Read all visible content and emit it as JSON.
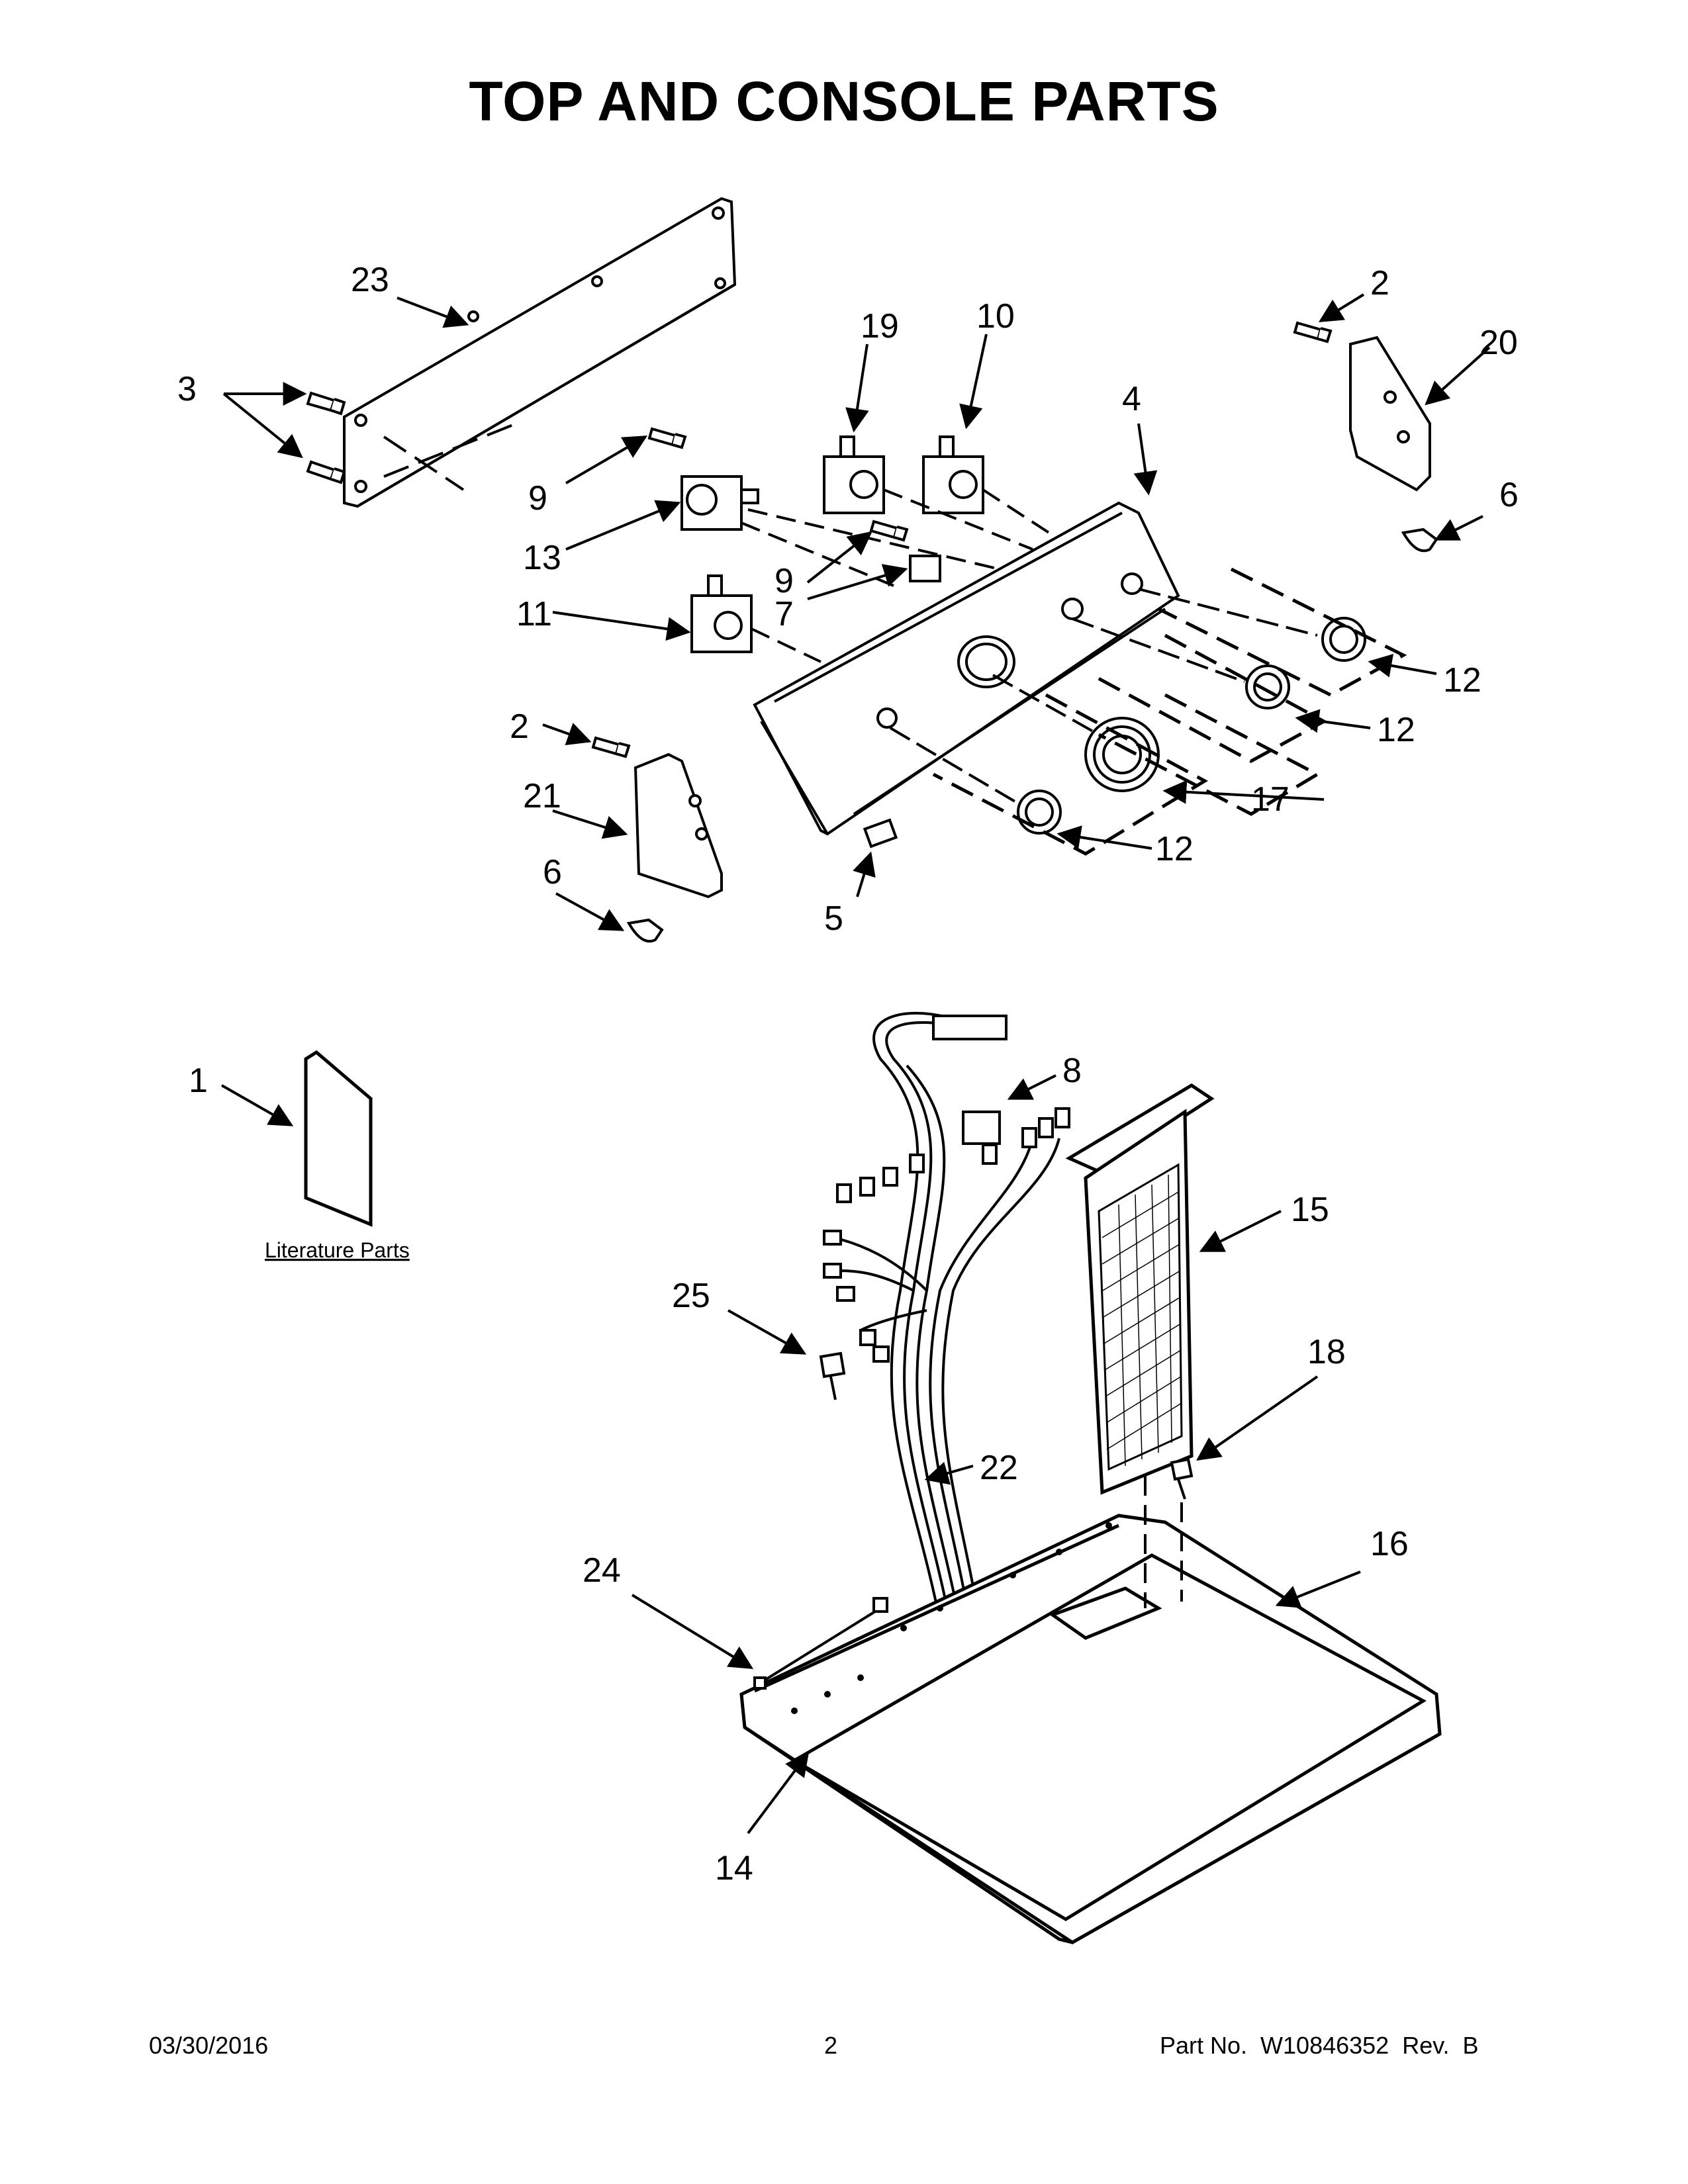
{
  "title": "TOP AND CONSOLE PARTS",
  "callouts": [
    "23",
    "3",
    "9",
    "13",
    "9",
    "7",
    "11",
    "19",
    "10",
    "4",
    "2",
    "20",
    "6",
    "12",
    "12",
    "17",
    "12",
    "5",
    "2",
    "21",
    "6",
    "1",
    "8",
    "15",
    "25",
    "18",
    "22",
    "16",
    "24",
    "14"
  ],
  "literature_label": "Literature Parts",
  "footer": {
    "date": "03/30/2016",
    "page": "2",
    "part": "Part No.  W10846352  Rev.  B"
  }
}
